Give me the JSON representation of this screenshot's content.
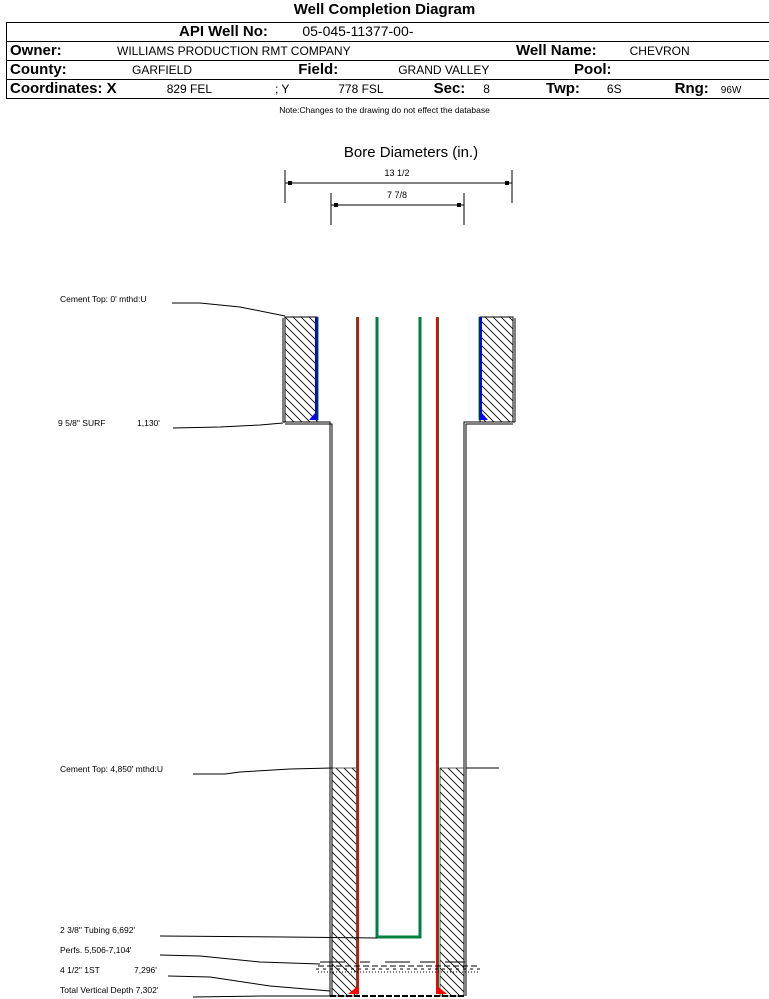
{
  "title": "Well Completion Diagram",
  "header": {
    "api_label": "API Well No:",
    "api_value": "05-045-11377-00-",
    "owner_label": "Owner:",
    "owner_value": "WILLIAMS PRODUCTION RMT COMPANY",
    "well_name_label": "Well Name:",
    "well_name_value": "CHEVRON",
    "county_label": "County:",
    "county_value": "GARFIELD",
    "field_label": "Field:",
    "field_value": "GRAND VALLEY",
    "pool_label": "Pool:",
    "pool_value": "",
    "coord_x_label": "Coordinates: X",
    "coord_x_value": "829 FEL",
    "coord_y_label": "; Y",
    "coord_y_value": "778 FSL",
    "sec_label": "Sec:",
    "sec_value": "8",
    "twp_label": "Twp:",
    "twp_value": "6S",
    "rng_label": "Rng:",
    "rng_value": "96W"
  },
  "note": "Note:Changes to the drawing do not effect the database",
  "bore": {
    "title": "Bore Diameters (in.)",
    "outer_diameter": "13 1/2",
    "inner_diameter": "7 7/8"
  },
  "callouts": {
    "cement_top_surface": "Cement Top: 0' mthd:U",
    "surface_casing": "9 5/8\" SURF",
    "surface_casing_depth": "1,130'",
    "cement_top_production": "Cement Top: 4,850' mthd:U",
    "tubing": "2 3/8\" Tubing 6,692'",
    "perfs": "Perfs. 5,506-7,104'",
    "production_casing": "4 1/2\" 1ST",
    "production_casing_depth": "7,296'",
    "total_depth": "Total Vertical Depth 7,302'"
  },
  "colors": {
    "cement_hatch": "#000000",
    "surface_casing": "#0000ff",
    "production_casing": "#ff0000",
    "casing_edge": "#008040",
    "tubing": "#008040"
  }
}
